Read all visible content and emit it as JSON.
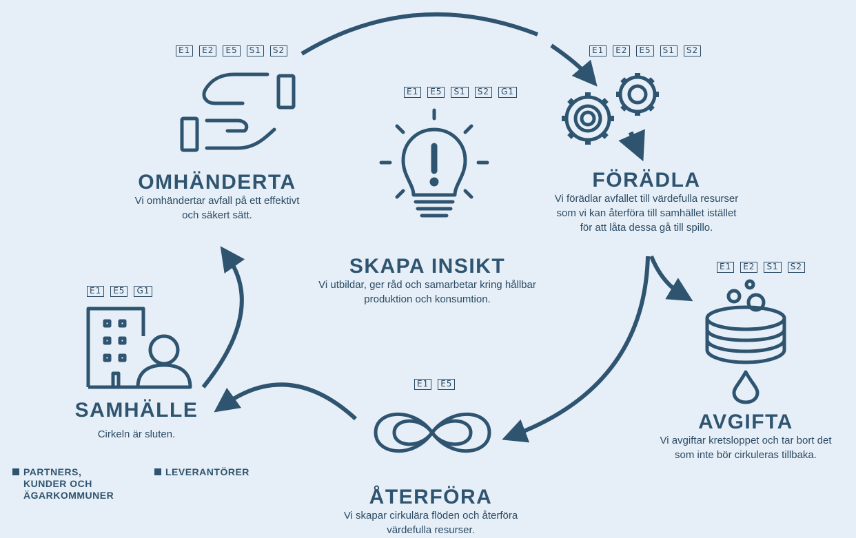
{
  "nodes": {
    "omhanderta": {
      "title": "OMHÄNDERTA",
      "desc1": "Vi omhändertar avfall på ett effektivt",
      "desc2": "och säkert sätt.",
      "tags": [
        "E1",
        "E2",
        "E5",
        "S1",
        "S2"
      ]
    },
    "foradla": {
      "title": "FÖRÄDLA",
      "desc1": "Vi förädlar avfallet till värdefulla resurser",
      "desc2": "som vi kan återföra till samhället istället",
      "desc3": "för att låta dessa gå till spillo.",
      "tags": [
        "E1",
        "E2",
        "E5",
        "S1",
        "S2"
      ]
    },
    "skapa": {
      "title": "SKAPA INSIKT",
      "desc1": "Vi utbildar, ger råd och samarbetar kring hållbar",
      "desc2": "produktion och konsumtion.",
      "tags": [
        "E1",
        "E5",
        "S1",
        "S2",
        "G1"
      ]
    },
    "avgifta": {
      "title": "AVGIFTA",
      "desc1": "Vi avgiftar kretsloppet och tar bort det",
      "desc2": "som inte bör cirkuleras tillbaka.",
      "tags": [
        "E1",
        "E2",
        "S1",
        "S2"
      ]
    },
    "samhalle": {
      "title": "SAMHÄLLE",
      "desc1": "Cirkeln är sluten.",
      "tags": [
        "E1",
        "E5",
        "G1"
      ]
    },
    "aterfora": {
      "title": "ÅTERFÖRA",
      "desc1": "Vi skapar cirkulära flöden och återföra",
      "desc2": "värdefulla resurser.",
      "tags": [
        "E1",
        "E5"
      ]
    }
  },
  "legend": {
    "partners": [
      "PARTNERS,",
      "KUNDER OCH",
      "ÄGARKOMMUNER"
    ],
    "leverantorer": "LEVERANTÖRER"
  },
  "icons": [
    "hands-icon",
    "gears-icon",
    "lightbulb-icon",
    "building-person-icon",
    "infinity-icon",
    "database-drop-icon"
  ],
  "colors": {
    "background": "#e6eff7",
    "primary": "#2f5470"
  }
}
